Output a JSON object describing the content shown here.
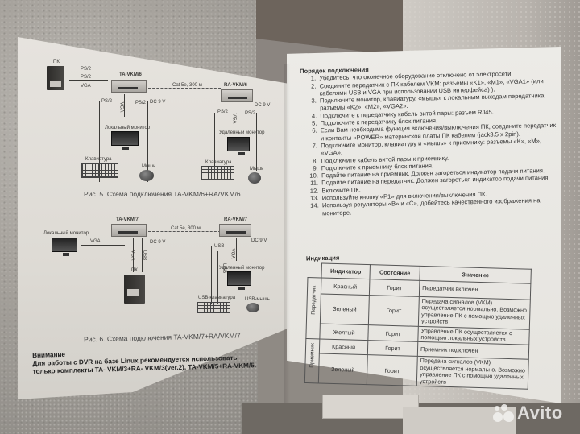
{
  "scene": "Photo of an open Russian-language printed manual for a KVM extender (TA-VKM / RA-VKM)",
  "left_page": {
    "figure5": {
      "labels": {
        "pc": "ПК",
        "ps2_a": "PS/2",
        "ps2_b": "PS/2",
        "vga": "VGA",
        "transmitter": "TA-VKM/6",
        "receiver": "RA-VKM/6",
        "cable": "Cat 5e, 300 м",
        "dc_tx": "DC 9 V",
        "dc_rx": "DC 9 V",
        "tx_ps2_left": "PS/2",
        "tx_ps2_right": "PS/2",
        "tx_vga": "VGA",
        "local_monitor": "Локальный монитор",
        "keyboard_tx": "Клавиатура",
        "mouse_tx": "Мышь",
        "rx_ps2_left": "PS/2",
        "rx_ps2_right": "PS/2",
        "rx_vga": "VGA",
        "remote_monitor": "Удаленный монитор",
        "keyboard_rx": "Клавиатура",
        "mouse_rx": "Мышь"
      },
      "caption": "Рис. 5. Схема подключения TA-VKM/6+RA/VKM/6"
    },
    "figure6": {
      "labels": {
        "transmitter": "TA-VKM/7",
        "receiver": "RA-VKM/7",
        "cable": "Cat 5e, 300 м",
        "dc_tx": "DC 9 V",
        "dc_rx": "DC 9 V",
        "local_monitor": "Локальный монитор",
        "vga_local": "VGA",
        "vga_pc": "VGA",
        "usb_pc": "USB",
        "pc": "ПК",
        "usb_rx": "USB",
        "rx_vga": "VGA",
        "rx_usb2": "USB",
        "remote_monitor": "Удаленный монитор",
        "usb_keyboard": "USB-клавиатура",
        "usb_mouse": "USB-мышь"
      },
      "caption": "Рис. 6. Схема подключения TA-VKM/7+RA/VKM/7"
    },
    "note": {
      "title": "Внимание",
      "line1": "Для работы с DVR на базе Linux рекомендуется использовать",
      "line2": "только комплекты TA- VKM/3+RA- VKM/3(ver.2), TA-VKM/5+RA-VKM/5."
    }
  },
  "right_page": {
    "section_title": "Порядок подключения",
    "steps": [
      "Убедитесь, что оконечное оборудование отключено от электросети.",
      "Соедините передатчик с ПК кабелем VKM: разъемы «K1», «M1», «VGA1» (или кабелями USB и VGA при использовании USB интерфейса) ).",
      "Подключите монитор, клавиатуру, «мышь» к локальным выходам передатчика: разъемы «K2», «M2», «VGA2».",
      "Подключите к передатчику кабель витой пары: разъем RJ45.",
      "Подключите к передатчику блок питания.",
      "Если Вам необходима функция включения/выключения ПК, соедините передатчик и контакты «POWER» материнской платы ПК кабелем (jack3.5 x 2pin).",
      "Подключите монитор, клавиатуру и «мышь» к приемнику: разъемы «K», «M», «VGA».",
      "Подключите кабель витой пары к приемнику.",
      "Подключите к приемнику блок питания.",
      "Подайте питание на приемник. Должен загореться индикатор подачи питания.",
      "Подайте питание на передатчик. Должен загореться индикатор подачи питания.",
      "Включите ПК.",
      "Используйте кнопку «P1» для включения/выключения ПК.",
      "Используя регуляторы «B» и «C», добейтесь качественного изображения на мониторе."
    ],
    "indication": {
      "title": "Индикация",
      "headers": [
        "Индикатор",
        "Состояние",
        "Значение"
      ],
      "groups": [
        {
          "name": "Передатчик",
          "rows": [
            {
              "indicator": "Красный",
              "state": "Горит",
              "meaning": "Передатчик включен"
            },
            {
              "indicator": "Зеленый",
              "state": "Горит",
              "meaning": "Передача сигналов (VKM) осуществляется нормально. Возможно управление ПК с помощью удаленных устройств"
            },
            {
              "indicator": "Желтый",
              "state": "Горит",
              "meaning": "Управление ПК осуществляется с помощью локальных устройств"
            }
          ]
        },
        {
          "name": "Приемник",
          "rows": [
            {
              "indicator": "Красный",
              "state": "Горит",
              "meaning": "Приемник подключен"
            },
            {
              "indicator": "Зеленый",
              "state": "Горит",
              "meaning": "Передача сигналов (VKM) осуществляется нормально. Возможно управление ПК с помощью удаленных устройств"
            }
          ]
        }
      ]
    }
  },
  "watermark": {
    "text": "Avito",
    "color": "#f3f2f0"
  }
}
